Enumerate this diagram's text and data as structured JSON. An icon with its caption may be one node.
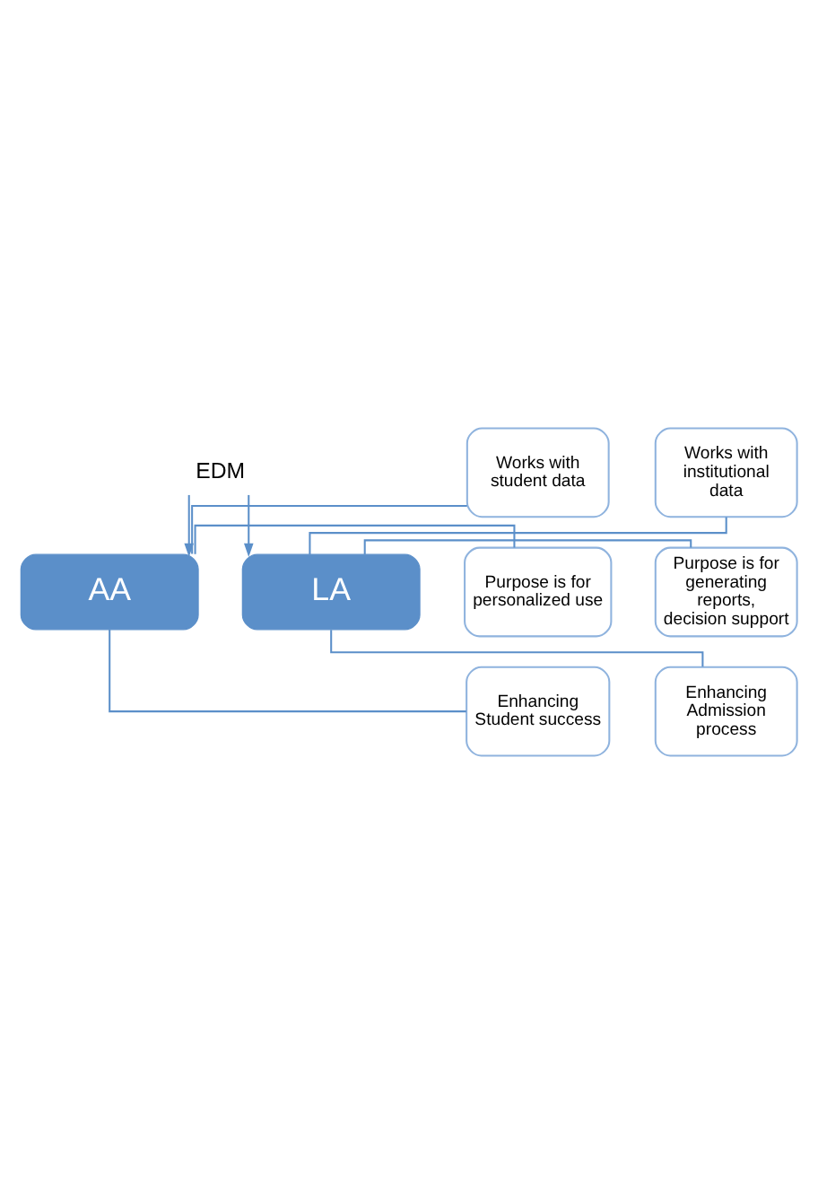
{
  "diagram": {
    "nodes": [
      {
        "text": [
          "EDM"
        ]
      },
      {
        "text": [
          "AA"
        ]
      },
      {
        "text": [
          "LA"
        ]
      },
      {
        "text": [
          "Works with student data"
        ]
      },
      {
        "text": [
          "Purpose is for personalized use"
        ]
      },
      {
        "text": [
          "Enhancing Student success"
        ]
      },
      {
        "text": [
          "Works with institutional data"
        ]
      },
      {
        "text": [
          "Purpose is for generating reports, decision support"
        ]
      },
      {
        "text": [
          "Enhancing Admission process"
        ]
      }
    ],
    "edges": [
      {
        "from": 0,
        "to": 1,
        "arrow": "to"
      },
      {
        "from": 0,
        "to": 2,
        "arrow": "to"
      },
      {
        "from": 1,
        "to": 3,
        "arrow": "none"
      },
      {
        "from": 1,
        "to": 4,
        "arrow": "none"
      },
      {
        "from": 1,
        "to": 5,
        "arrow": "none"
      },
      {
        "from": 2,
        "to": 6,
        "arrow": "none"
      },
      {
        "from": 2,
        "to": 7,
        "arrow": "none"
      },
      {
        "from": 2,
        "to": 8,
        "arrow": "none"
      }
    ]
  }
}
